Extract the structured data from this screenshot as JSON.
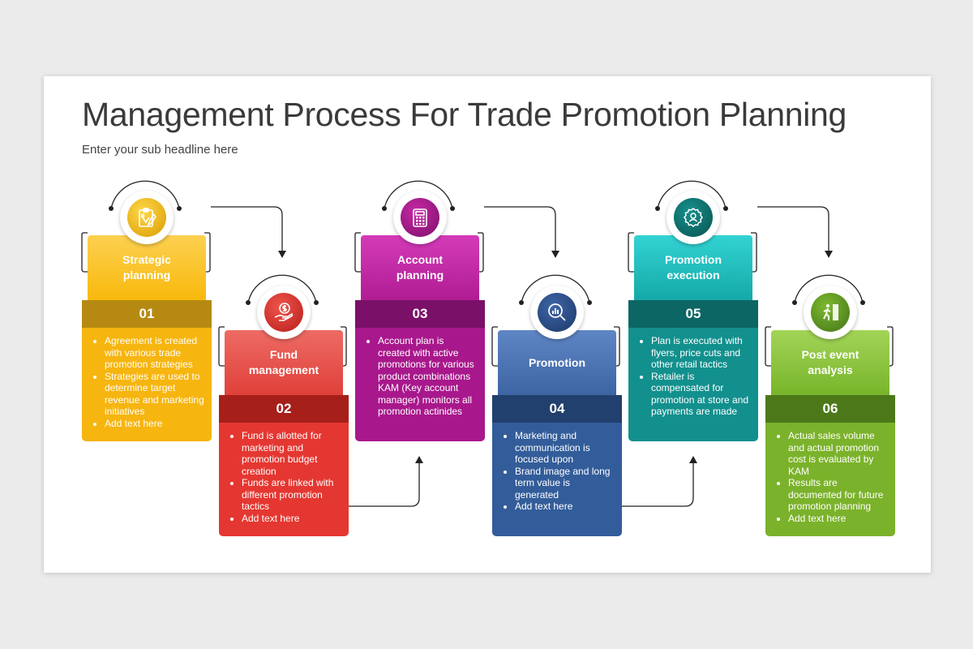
{
  "title": "Management Process For Trade Promotion Planning",
  "subtitle": "Enter your sub headline here",
  "steps": [
    {
      "title": "Strategic planning",
      "number": "01",
      "icon": "clipboard-strategy-icon",
      "colors": {
        "head": "#fbc21a",
        "band": "#b68a12",
        "body": "#f6b50f"
      },
      "bullets": [
        "Agreement is created with various trade promotion strategies",
        "Strategies are used to determine target revenue and marketing initiatives",
        "Add text here"
      ]
    },
    {
      "title": "Fund management",
      "number": "02",
      "icon": "hand-money-icon",
      "colors": {
        "head": "#e8524b",
        "band": "#a61f1b",
        "body": "#e53731"
      },
      "bullets": [
        "Fund is allotted for marketing and promotion budget creation",
        "Funds are linked with different promotion tactics",
        "Add text here"
      ]
    },
    {
      "title": "Account planning",
      "number": "03",
      "icon": "calculator-icon",
      "colors": {
        "head": "#c52aa8",
        "band": "#7a1067",
        "body": "#a8188c"
      },
      "bullets": [
        "Account plan is created with active promotions for various product combinations KAM (Key account manager) monitors all promotion actinides"
      ]
    },
    {
      "title": "Promotion",
      "number": "04",
      "icon": "analytics-magnifier-icon",
      "colors": {
        "head": "#4c74b4",
        "band": "#21406d",
        "body": "#335d9a"
      },
      "bullets": [
        "Marketing and communication is focused upon",
        "Brand image and long term value is generated",
        "Add text here"
      ]
    },
    {
      "title": "Promotion execution",
      "number": "05",
      "icon": "award-badge-icon",
      "colors": {
        "head": "#1ab6b6",
        "band": "#0c6664",
        "body": "#12908e"
      },
      "bullets": [
        "Plan is executed with flyers, price cuts and other retail tactics",
        "Retailer is compensated for promotion at store and payments are made"
      ]
    },
    {
      "title": "Post event analysis",
      "number": "06",
      "icon": "running-exit-icon",
      "colors": {
        "head": "#8cc63b",
        "band": "#4c781a",
        "body": "#7bb22b"
      },
      "bullets": [
        "Actual sales volume and actual promotion cost is evaluated by KAM",
        "Results are documented for future promotion planning",
        "Add text here"
      ]
    }
  ]
}
